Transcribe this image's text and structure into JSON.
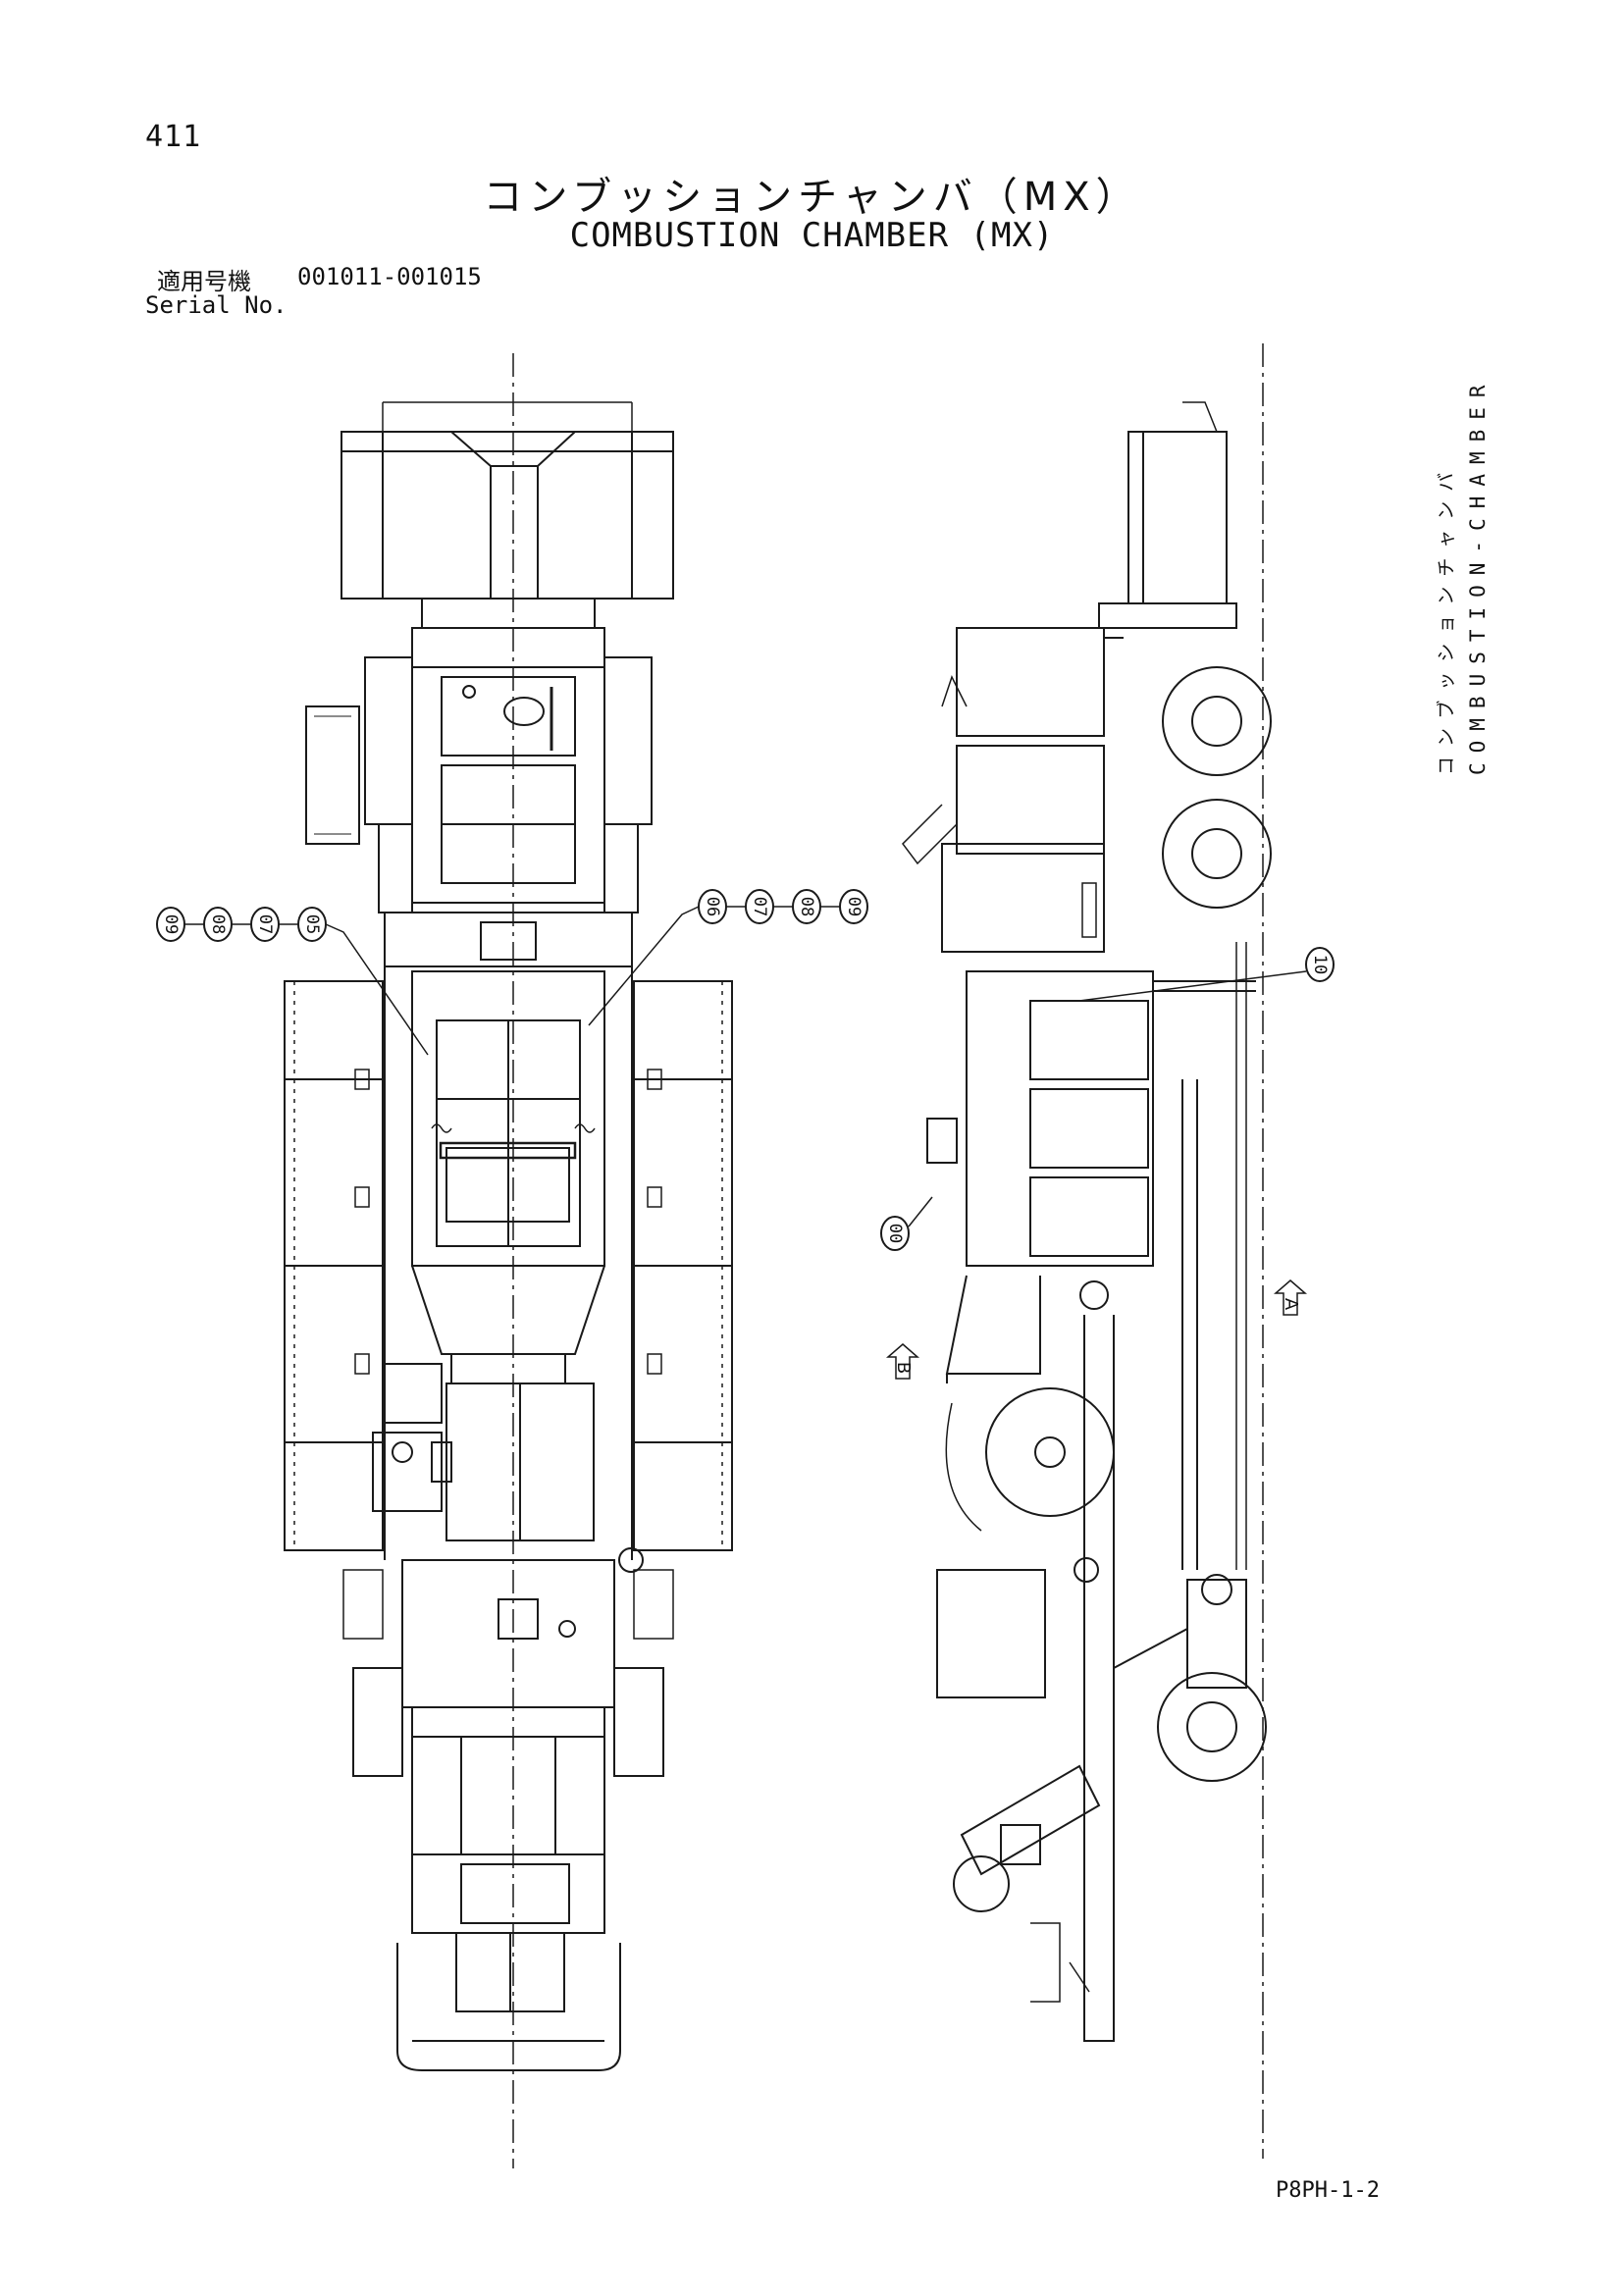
{
  "header": {
    "page_number": "411",
    "title_jp": "コンブッションチャンバ（MX）",
    "title_en": "COMBUSTION CHAMBER (MX)"
  },
  "serial": {
    "label_jp": "適用号機",
    "label_en": "Serial No.",
    "range": "001011-001015"
  },
  "side_label": {
    "jp": "コンブッションチャンバ",
    "en": "COMBUSTION-CHAMBER"
  },
  "callouts": {
    "left_group": [
      "09",
      "08",
      "07",
      "05"
    ],
    "right_group": [
      "06",
      "07",
      "08",
      "09"
    ],
    "side_view": [
      "10",
      "00"
    ]
  },
  "view_marks": {
    "a": "A",
    "b": "B"
  },
  "footer": {
    "code": "P8PH-1-2"
  }
}
